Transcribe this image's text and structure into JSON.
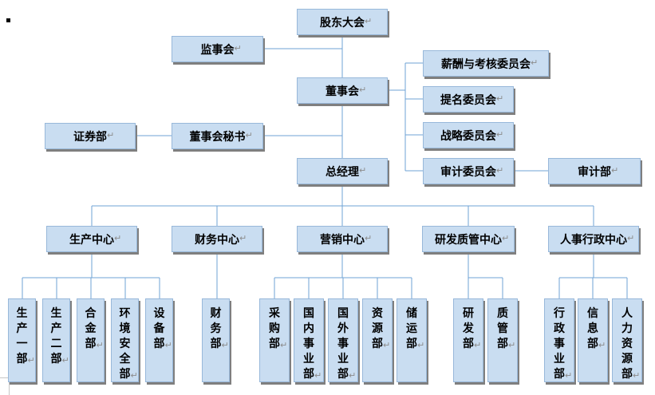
{
  "marks": {
    "pilcrow": "↵"
  },
  "colors": {
    "box_fill": "#c9ddf1",
    "box_border": "#98b8da",
    "box_shadow": "#7f7f7f",
    "connector": "#6fa3d6",
    "pilcrow": "#8c8c8c",
    "text": "#000000"
  },
  "org": {
    "shareholders": "股东大会",
    "supervisory": "监事会",
    "board": "董事会",
    "committees": [
      "薪酬与考核委员会",
      "提名委员会",
      "战略委员会",
      "审计委员会"
    ],
    "audit_dept": "审计部",
    "securities_dept": "证券部",
    "board_secretary": "董事会秘书",
    "general_manager": "总经理",
    "centers": [
      {
        "label": "生产中心",
        "children": [
          "生产一部",
          "生产二部",
          "合金部",
          "环境安全部",
          "设备部"
        ]
      },
      {
        "label": "财务中心",
        "children": [
          "财务部"
        ]
      },
      {
        "label": "营销中心",
        "children": [
          "采购部",
          "国内事业部",
          "国外事业部",
          "资源部",
          "储运部"
        ]
      },
      {
        "label": "研发质管中心",
        "children": [
          "研发部",
          "质管部"
        ]
      },
      {
        "label": "人事行政中心",
        "children": [
          "行政事业部",
          "信息部",
          "人力资源部"
        ]
      }
    ]
  }
}
